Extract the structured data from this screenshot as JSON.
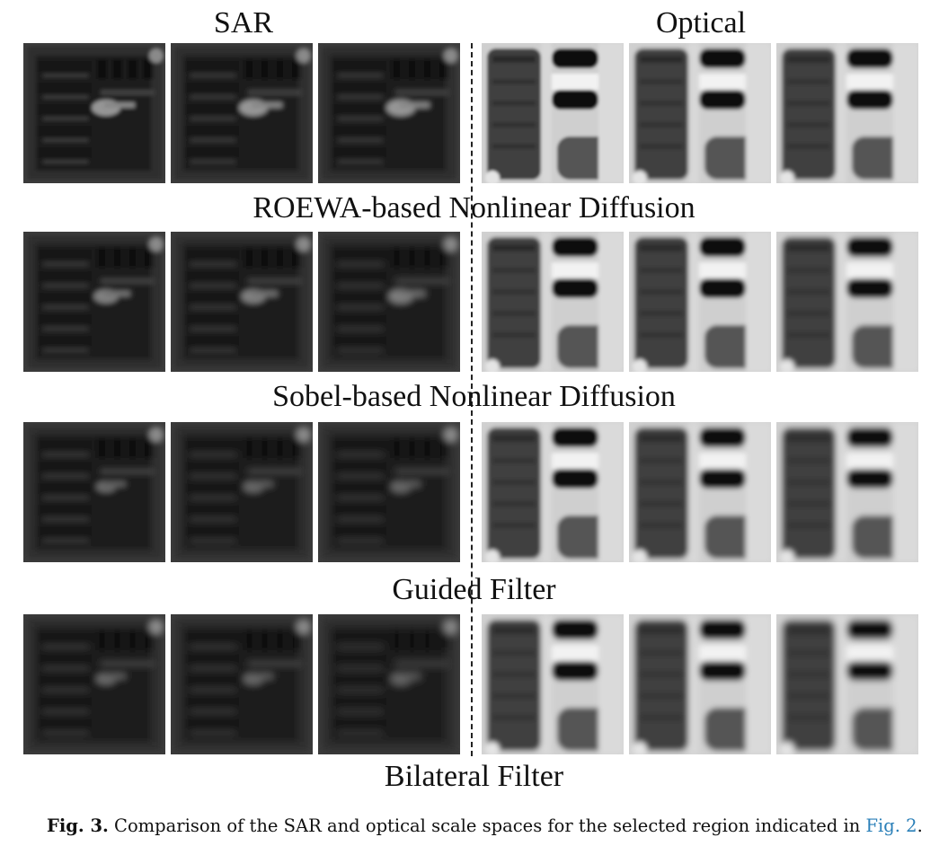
{
  "columns": {
    "sar": "SAR",
    "optical": "Optical"
  },
  "rows": [
    {
      "label": "ROEWA-based Nonlinear Diffusion"
    },
    {
      "label": "Sobel-based Nonlinear Diffusion"
    },
    {
      "label": "Guided Filter"
    },
    {
      "label": "Bilateral Filter"
    }
  ],
  "caption": {
    "fig_label": "Fig. 3.",
    "text": " Comparison of the SAR and optical scale spaces for the selected region indicated in ",
    "link": "Fig. 2",
    "end": "."
  },
  "colors": {
    "link": "#2a7fb8"
  }
}
